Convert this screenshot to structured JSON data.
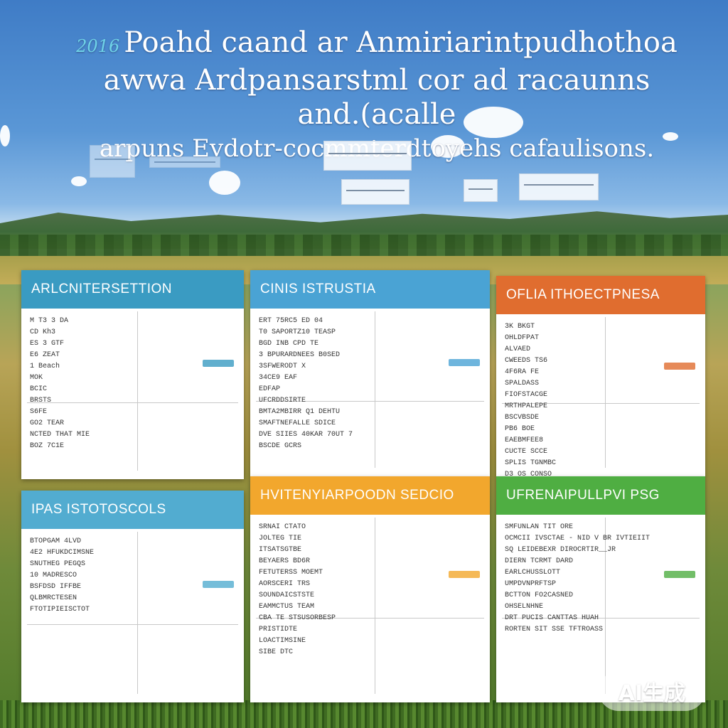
{
  "headline": {
    "tag": "2016",
    "line1": "Poahd caand ar Anmiriarintpudhothoa",
    "line2": "awwa Ardpansarstml cor ad racaunns and.(acalle",
    "line3": "arpuns Evdotr-cocmmterdtoyehs cafaulisons."
  },
  "panels": [
    {
      "title": "ARLCNITERSETTION",
      "color": "#3a9bc2",
      "lines": [
        "M T3 3 DA",
        "CD Kh3",
        "ES 3 GTF",
        "E6 ZEAT",
        "1 Beach",
        "MOK",
        "BCIC",
        "BRSTS",
        "S6FE",
        "GO2 TEAR",
        "NCTED THAT MIE",
        "BOZ 7C1E"
      ]
    },
    {
      "title": "CINIS ISTRUSTIA",
      "color": "#4aa3d4",
      "lines": [
        "ERT 75RC5 ED 04",
        "T0 SAPORTZ10 TEASP",
        "BGD INB CPD TE",
        "3 BPURARDNEES B0SED",
        "3SFWERODT X",
        "34CE9 EAF",
        "EDFAP",
        "UFCRDDSIRTE",
        "BMTA2MBIRR Q1 DEHTU",
        "SMAFTNEFALLE SDICE",
        "DVE SIIES 40KAR 70UT 7",
        "BSCDE GCRS"
      ]
    },
    {
      "title": "OFLIA ITHOECTPNESA",
      "color": "#e06d2f",
      "lines": [
        "3K BKGT",
        "OHLDFPAT",
        "ALVAED",
        "CWEEDS TS6",
        "4F6RA FE",
        "SPALDASS",
        "FIOFSTACGE",
        "MRTHPALEPE",
        "BSCVBSDE",
        "PB6 BOE",
        "EAEBMFEE8",
        "CUCTE SCCE",
        "SPLIS TGNMBC",
        "D3 OS CONSO"
      ]
    },
    {
      "title": "IPAS ISTOTOSCOLS",
      "color": "#52acd0",
      "lines": [
        "BTOPGAM 4LVD",
        "4E2 HFUKDCIMSNE",
        "SNUTHEG PEGQS",
        "10 MADRESCO",
        "BSFDSD IFFBE",
        "QLBMRCTESEN",
        "FTOTIPIEISCTOT"
      ]
    },
    {
      "title": "HVITENYIARPOODN SEDCIO",
      "color": "#f2a72d",
      "lines": [
        "SRNAI CTATO",
        "JOLTEG TIE",
        "ITSATSGTBE",
        "BEYAERS BD6R",
        "FETUTERSS MOEMT",
        "AORSCERI TRS",
        "SOUNDAICSTSTE",
        "EAMMCTUS TEAM",
        "CBA TE STSUSORBESP",
        "PRISTIDTE",
        "LOACTIMSINE",
        "SIBE DTC"
      ]
    },
    {
      "title": "UFRENAIPULLPVI PSG",
      "color": "#4fae42",
      "lines": [
        "SMFUNLAN TIT ORE",
        "OCMCII IVSCTAE - NID V BR IVTIEIIT",
        "SQ LEIDEBEXR DIROCRTIR__JR",
        "DIERN TCRMT DARD",
        "EARLCHUSSLOTT",
        "UMPDVNPRFTSP",
        "BCTTON FO2CASNED",
        "OHSELNHNE",
        "DRT PUCIS CANTTAS HUAH",
        "RORTEN SIT SSE TFTROASS"
      ]
    }
  ],
  "badge": "AI生成"
}
